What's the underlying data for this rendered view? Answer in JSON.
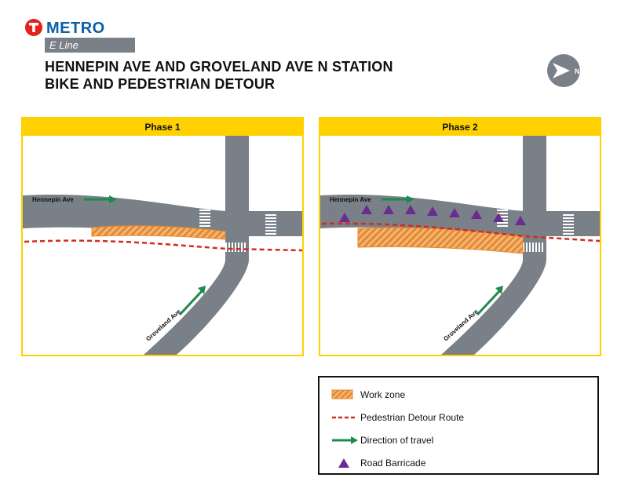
{
  "header": {
    "brand": "METRO",
    "line_name": "E Line",
    "title_line1": "HENNEPIN AVE AND GROVELAND AVE N STATION",
    "title_line2": "BIKE AND PEDESTRIAN DETOUR",
    "compass_label": "N"
  },
  "panels": [
    {
      "title": "Phase 1",
      "street_main": "Hennepin Ave",
      "street_cross": "Groveland Ave"
    },
    {
      "title": "Phase 2",
      "street_main": "Hennepin Ave",
      "street_cross": "Groveland Ave"
    }
  ],
  "legend": {
    "items": [
      {
        "label": "Work zone",
        "symbol": "work-zone"
      },
      {
        "label": "Pedestrian Detour Route",
        "symbol": "detour-route"
      },
      {
        "label": "Direction of travel",
        "symbol": "direction-arrow"
      },
      {
        "label": "Road Barricade",
        "symbol": "barricade"
      }
    ]
  },
  "colors": {
    "road": "#7a8087",
    "road_edge": "#5f656b",
    "work_zone": "#e58a2e",
    "detour": "#d52b1e",
    "arrow": "#1e8a4c",
    "barricade": "#6b2c91",
    "panel_border": "#ffd100",
    "brand_blue": "#0a5fa6",
    "brand_red": "#e2231a"
  }
}
